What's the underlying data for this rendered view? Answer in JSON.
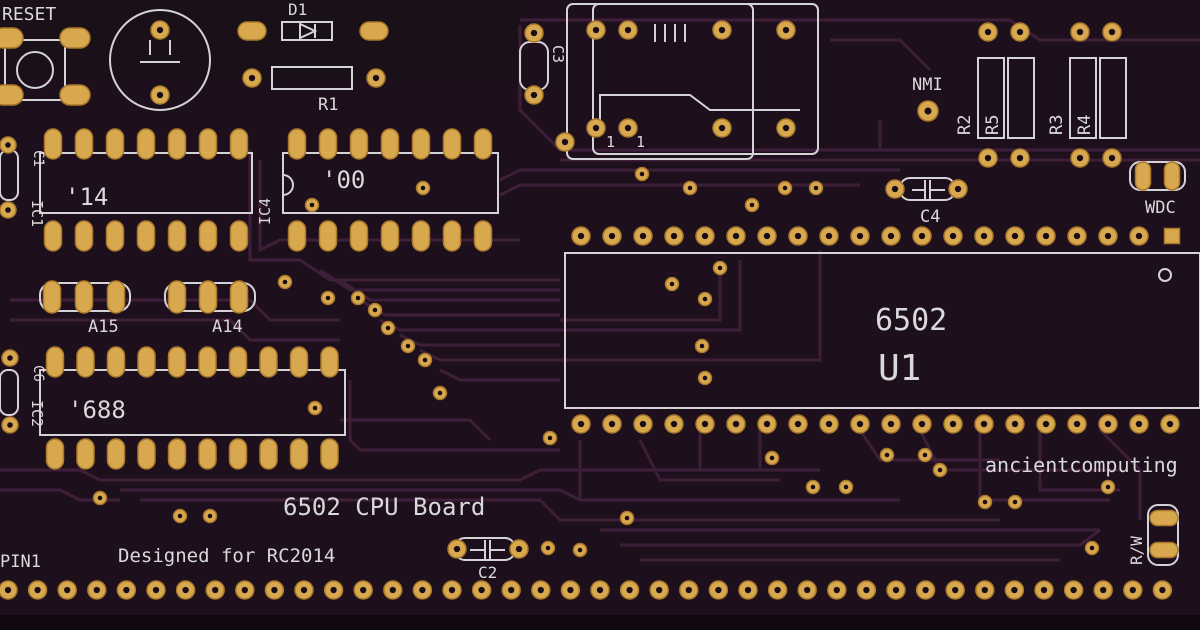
{
  "colors": {
    "pcb": "#1e0f1c",
    "trace": "#3d1f3a",
    "silkscreen": "#d9d9dc",
    "pad_gold": "#d8a84e"
  },
  "labels": {
    "reset": "RESET",
    "d1": "D1",
    "r1": "R1",
    "c3": "C3",
    "nmi": "NMI",
    "r2": "R2",
    "r5": "R5",
    "r3": "R3",
    "r4": "R4",
    "c1": "C1",
    "ic1": "IC1",
    "chip_14": "'14",
    "ic4": "IC4",
    "chip_00": "'00",
    "c4": "C4",
    "wdc": "WDC",
    "a15": "A15",
    "a14": "A14",
    "chip_6502": "6502",
    "u1": "U1",
    "c6": "C6",
    "ic2": "IC2",
    "chip_688": "'688",
    "brand": "ancientcomputing",
    "board_title": "6502 CPU Board",
    "designed_for": "Designed for RC2014",
    "pin1": "PIN1",
    "c2": "C2",
    "rw": "R/W",
    "pin_one_a": "1",
    "pin_one_b": "1"
  }
}
